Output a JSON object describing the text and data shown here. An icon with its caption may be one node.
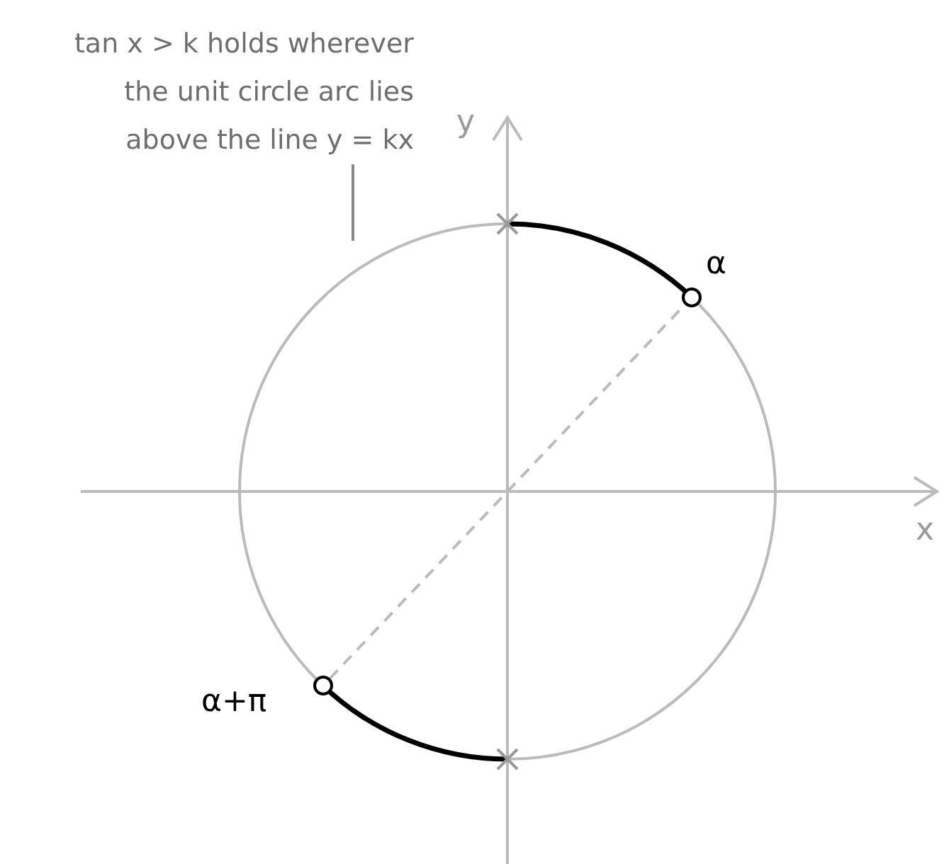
{
  "diagram": {
    "nodes": [
      {
        "text": [
          "tan x > k holds wherever the unit circle arc lies above the line y = kx"
        ]
      },
      {
        "text": [],
        "shape": "circle",
        "beside": [
          "α"
        ]
      },
      {
        "text": [],
        "shape": "circle",
        "beside": [
          "α+π"
        ]
      }
    ],
    "edges": [
      {
        "from": 0,
        "to": null,
        "arrow": "none"
      },
      {
        "from": 2,
        "to": 1,
        "arrow": "none",
        "style": "dashed",
        "color": "#bbbbbb"
      }
    ],
    "labels": [
      "y",
      "x"
    ]
  }
}
